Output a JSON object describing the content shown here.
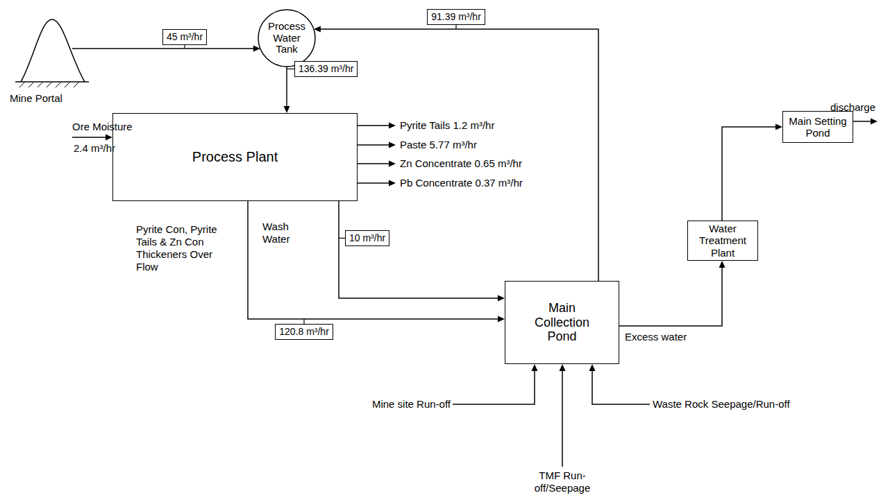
{
  "diagram": {
    "nodes": [
      {
        "text": [
          "Mine Portal"
        ]
      },
      {
        "text": [
          "Process Water Tank"
        ]
      },
      {
        "text": [
          "Main Setting Pond"
        ]
      },
      {
        "text": [
          "Process Plant"
        ]
      },
      {
        "text": [
          "Water Treatment Plant"
        ]
      },
      {
        "text": [
          "Main Collection Pond"
        ]
      }
    ],
    "edges": [
      {
        "from": 0,
        "to": 1,
        "label": "45 m³/hr",
        "arrow": "to"
      },
      {
        "from": 5,
        "to": 1,
        "label": "91.39 m³/hr",
        "arrow": "to"
      },
      {
        "from": 1,
        "to": 3,
        "label": "136.39 m³/hr",
        "arrow": "to"
      },
      {
        "from": 3,
        "to": 5,
        "label": "10 m³/hr",
        "arrow": "to"
      },
      {
        "from": 3,
        "to": 5,
        "label": "120.8 m³/hr",
        "arrow": "to"
      },
      {
        "from": 5,
        "to": 4,
        "label": "Excess water",
        "arrow": "to"
      },
      {
        "from": 4,
        "to": 2,
        "arrow": "to"
      }
    ],
    "labels": [
      "Ore Moisture",
      "2.4 m³/hr",
      "Pyrite Tails 1.2 m³/hr",
      "Paste 5.77 m³/hr",
      "Zn Concentrate 0.65 m³/hr",
      "Pb Concentrate 0.37 m³/hr",
      "Wash Water",
      "Pyrite Con, Pyrite Tails & Zn Con Thickeners Over Flow",
      "discharge",
      "Mine site Run-off",
      "TMF Run-off/Seepage",
      "Waste Rock Seepage/Run-off"
    ]
  }
}
